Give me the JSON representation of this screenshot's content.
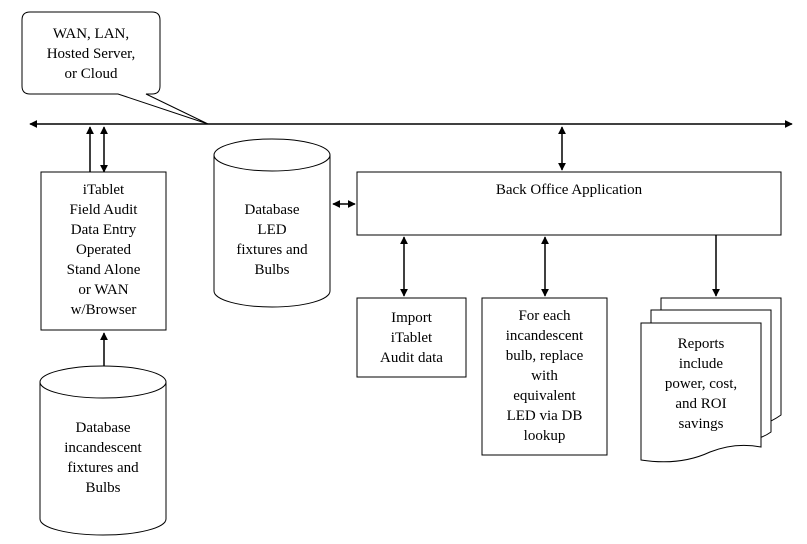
{
  "network": {
    "callout": "WAN, LAN,\nHosted Server,\nor Cloud"
  },
  "itablet": {
    "label": "iTablet\nField Audit\nData Entry\nOperated\nStand Alone\nor WAN\nw/Browser"
  },
  "led_db": {
    "label": "Database\nLED\nfixtures and\nBulbs"
  },
  "incandescent_db": {
    "label": "Database\nincandescent\nfixtures and\nBulbs"
  },
  "back_office": {
    "label": "Back Office Application"
  },
  "import": {
    "label": "Import\niTablet\nAudit data"
  },
  "replace": {
    "label": "For each\nincandescent\nbulb, replace\nwith\nequivalent\nLED via DB\nlookup"
  },
  "reports": {
    "label": "Reports\ninclude\npower, cost,\nand ROI\nsavings"
  }
}
